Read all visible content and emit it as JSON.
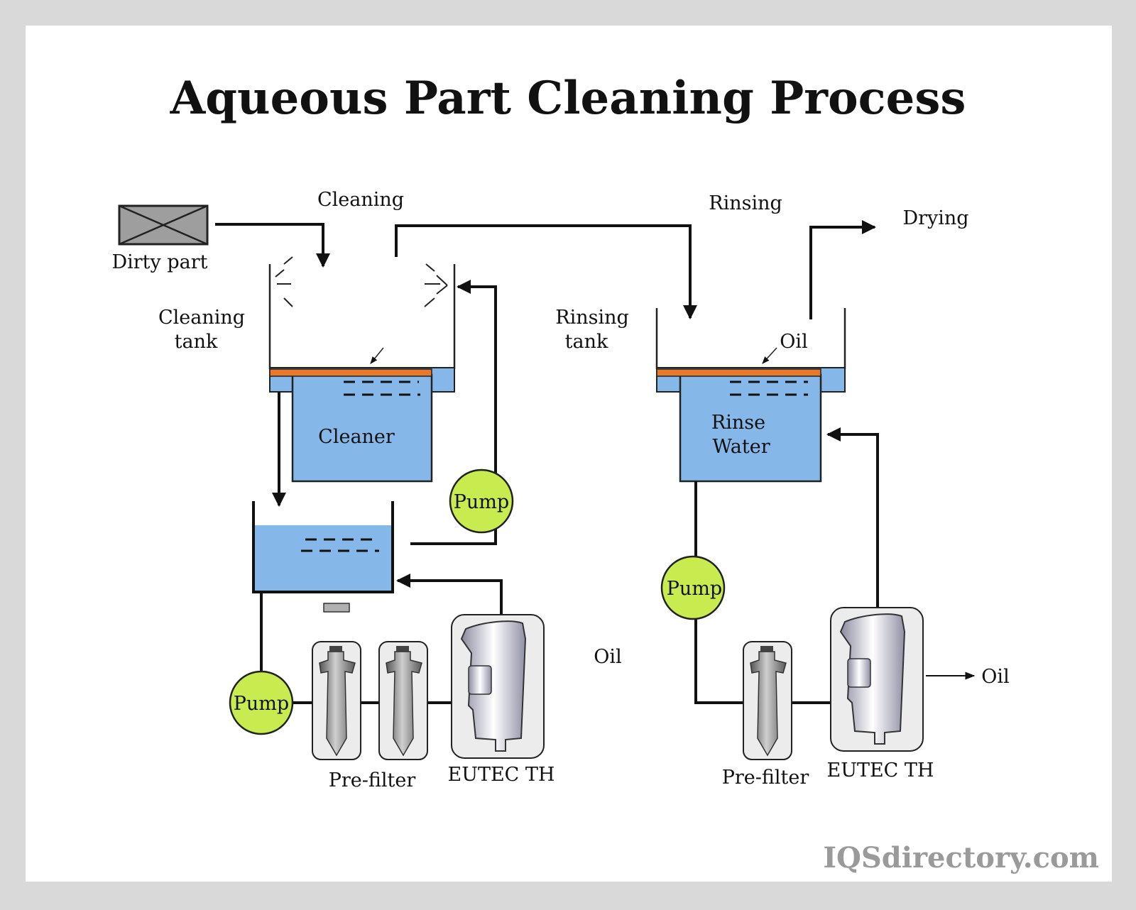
{
  "title": "Aqueous Part Cleaning Process",
  "labels": {
    "dirty_part": "Dirty part",
    "cleaning": "Cleaning",
    "rinsing": "Rinsing",
    "drying": "Drying",
    "cleaning_tank_1": "Cleaning",
    "cleaning_tank_2": "tank",
    "rinsing_tank_1": "Rinsing",
    "rinsing_tank_2": "tank",
    "oil_rinse": "Oil",
    "cleaner": "Cleaner",
    "rinse_water_1": "Rinse",
    "rinse_water_2": "Water",
    "pump": "Pump",
    "oil_middle": "Oil",
    "oil_right": "Oil",
    "prefilter": "Pre-filter",
    "eutec": "EUTEC TH"
  },
  "watermark": "IQSdirectory.com",
  "colors": {
    "water": "#85b8e8",
    "oil": "#e8782a",
    "pump": "#c8ec50",
    "frame": "#ffffff",
    "background": "#d9d9d9"
  }
}
